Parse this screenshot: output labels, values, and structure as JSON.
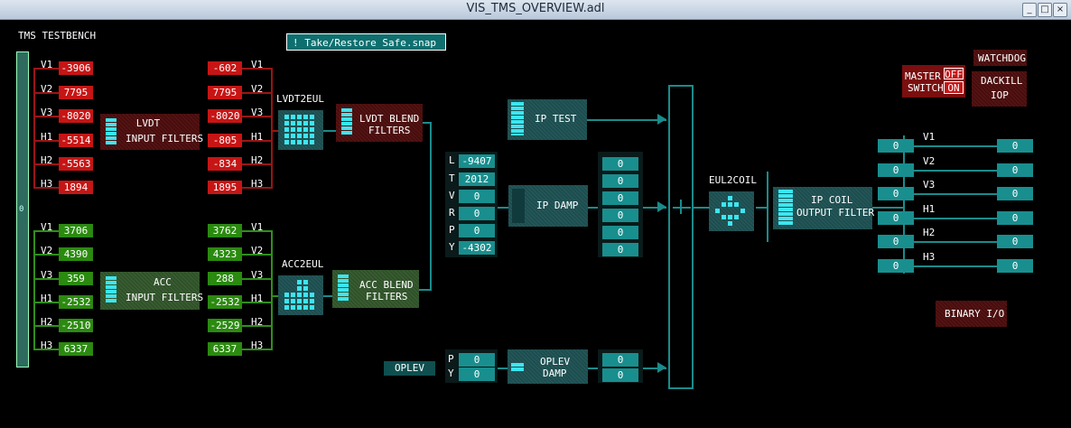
{
  "window": {
    "title": "VIS_TMS_OVERVIEW.adl"
  },
  "header": {
    "label": "TMS TESTBENCH",
    "snap_button": "! Take/Restore Safe.snap"
  },
  "left_slider": {
    "label": "0"
  },
  "lvdt": {
    "labels": [
      "V1",
      "V2",
      "V3",
      "H1",
      "H2",
      "H3"
    ],
    "raw": [
      "-3906",
      "7795",
      "-8020",
      "-5514",
      "-5563",
      "1894"
    ],
    "out": [
      "-602",
      "7795",
      "-8020",
      "-805",
      "-834",
      "1895"
    ],
    "filter_label": [
      "LVDT",
      "INPUT FILTERS"
    ],
    "transform": "LVDT2EUL",
    "blend_label": [
      "LVDT BLEND",
      "FILTERS"
    ]
  },
  "acc": {
    "labels": [
      "V1",
      "V2",
      "V3",
      "H1",
      "H2",
      "H3"
    ],
    "raw": [
      "3706",
      "4390",
      "359",
      "-2532",
      "-2510",
      "6337"
    ],
    "out": [
      "3762",
      "4323",
      "288",
      "-2532",
      "-2529",
      "6337"
    ],
    "filter_label": [
      "ACC",
      "INPUT FILTERS"
    ],
    "transform": "ACC2EUL",
    "blend_label": [
      "ACC BLEND",
      "FILTERS"
    ]
  },
  "eul": {
    "labels": [
      "L",
      "T",
      "V",
      "R",
      "P",
      "Y"
    ],
    "values": [
      "-9407",
      "2012",
      "0",
      "0",
      "0",
      "-4302"
    ]
  },
  "ip_test": {
    "label": "IP TEST"
  },
  "ip_damp": {
    "label": "IP DAMP",
    "values": [
      "0",
      "0",
      "0",
      "0",
      "0",
      "0"
    ]
  },
  "oplev": {
    "button": "OPLEV",
    "labels": [
      "P",
      "Y"
    ],
    "values": [
      "0",
      "0"
    ],
    "damp_label": [
      "OPLEV",
      "DAMP"
    ],
    "damp_values": [
      "0",
      "0"
    ]
  },
  "eul2coil": {
    "label": "EUL2COIL"
  },
  "ip_coil": {
    "label": [
      "IP COIL",
      "OUTPUT FILTER"
    ]
  },
  "coil": {
    "labels": [
      "V1",
      "V2",
      "V3",
      "H1",
      "H2",
      "H3"
    ],
    "in": [
      "0",
      "0",
      "0",
      "0",
      "0",
      "0"
    ],
    "out": [
      "0",
      "0",
      "0",
      "0",
      "0",
      "0"
    ]
  },
  "master": {
    "label": [
      "MASTER",
      "SWITCH"
    ],
    "off": "OFF",
    "on": "ON"
  },
  "watchdog": {
    "label": "WATCHDOG"
  },
  "dackill": {
    "label": [
      "DACKILL",
      "IOP"
    ]
  },
  "binary": {
    "label": "BINARY I/O"
  },
  "colors": {
    "red": "#c61515",
    "green": "#2b8a10",
    "cyan": "#198e8e",
    "accent": "#3ce6f0",
    "line": "#1b8b8b"
  }
}
